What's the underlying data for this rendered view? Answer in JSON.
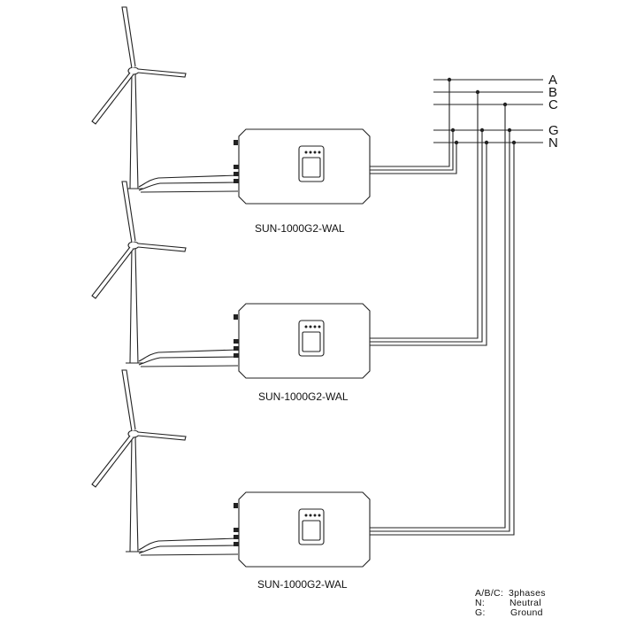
{
  "units": [
    {
      "label": "SUN-1000G2-WAL"
    },
    {
      "label": "SUN-1000G2-WAL"
    },
    {
      "label": "SUN-1000G2-WAL"
    }
  ],
  "bus_lines": [
    {
      "letter": "A"
    },
    {
      "letter": "B"
    },
    {
      "letter": "C"
    },
    {
      "letter": "G"
    },
    {
      "letter": "N"
    }
  ],
  "legend": [
    {
      "key": "A/B/C:",
      "value": "3phases"
    },
    {
      "key": "N:",
      "value": "Neutral"
    },
    {
      "key": "G:",
      "value": "Ground"
    }
  ],
  "colors": {
    "line": "#222222",
    "background": "#ffffff"
  }
}
